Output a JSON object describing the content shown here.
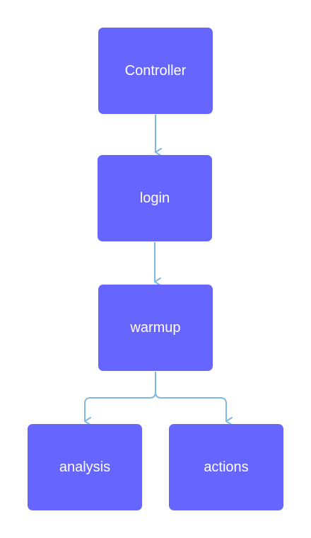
{
  "diagram": {
    "colors": {
      "node_fill": "#6666ff",
      "node_text": "#ffffff",
      "edge": "#7fb8e0"
    },
    "nodes": [
      {
        "id": "controller",
        "label": "Controller"
      },
      {
        "id": "login",
        "label": "login"
      },
      {
        "id": "warmup",
        "label": "warmup"
      },
      {
        "id": "analysis",
        "label": "analysis"
      },
      {
        "id": "actions",
        "label": "actions"
      }
    ],
    "edges": [
      {
        "from": "controller",
        "to": "login"
      },
      {
        "from": "login",
        "to": "warmup"
      },
      {
        "from": "warmup",
        "to": "analysis"
      },
      {
        "from": "warmup",
        "to": "actions"
      }
    ]
  }
}
